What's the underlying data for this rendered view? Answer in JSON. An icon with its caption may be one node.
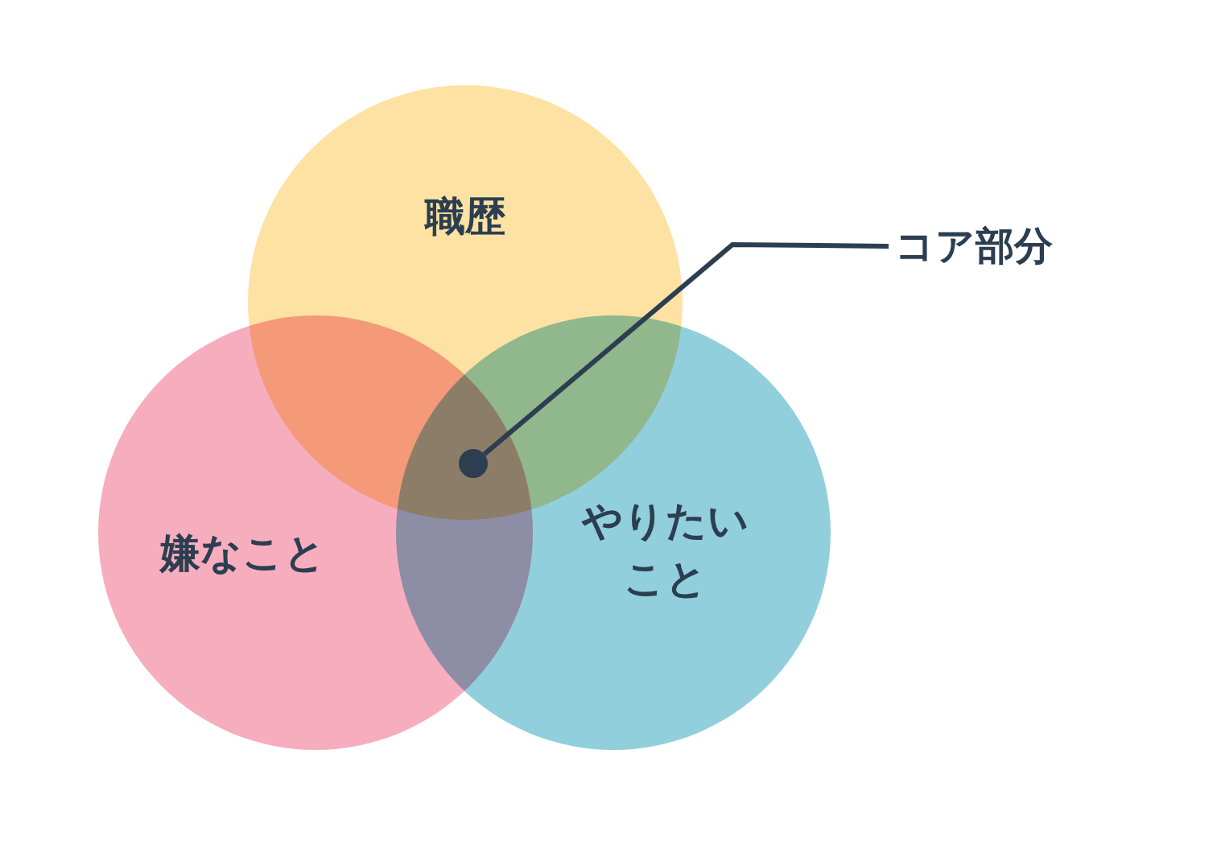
{
  "diagram": {
    "nodes": [
      {
        "text": [
          "職歴"
        ]
      },
      {
        "text": [
          "嫌なこと"
        ]
      },
      {
        "text": [
          "やりたいこと"
        ]
      },
      {
        "text": [
          "コア部分"
        ]
      },
      {
        "text": [],
        "shape": "circle"
      }
    ],
    "edges": [
      {
        "from": 3,
        "to": 4,
        "arrow": "none"
      }
    ]
  }
}
